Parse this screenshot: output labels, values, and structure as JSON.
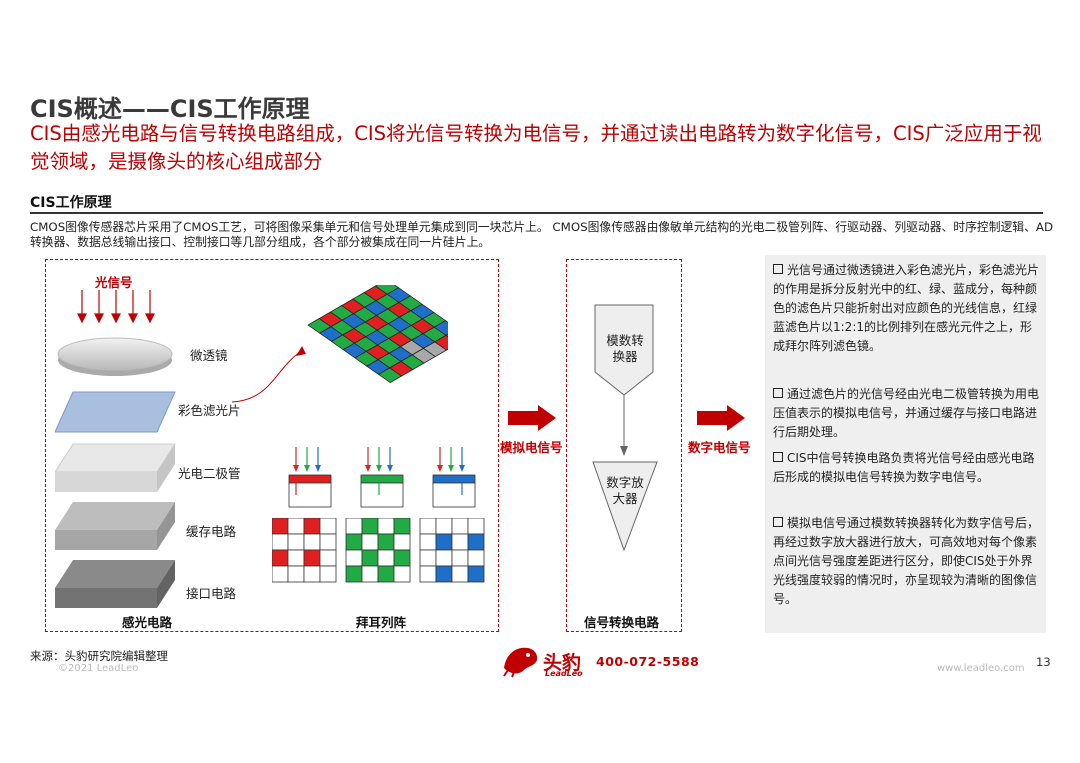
{
  "header": {
    "title": "CIS概述——CIS工作原理",
    "subtitle": "CIS由感光电路与信号转换电路组成，CIS将光信号转换为电信号，并通过读出电路转为数字化信号，CIS广泛应用于视觉领域，是摄像头的核心组成部分"
  },
  "section": {
    "title": "CIS工作原理",
    "description": "CMOS图像传感器芯片采用了CMOS工艺，可将图像采集单元和信号处理单元集成到同一块芯片上。 CMOS图像传感器由像敏单元结构的光电二极管列阵、行驱动器、列驱动器、时序控制逻辑、AD转换器、数据总线输出接口、控制接口等几部分组成，各个部分被集成在同一片硅片上。"
  },
  "diagram": {
    "light_signal": "光信号",
    "layers": [
      "微透镜",
      "彩色滤光片",
      "光电二极管",
      "缓存电路",
      "接口电路"
    ],
    "photosensitive_circuit": "感光电路",
    "bayer_array": "拜耳列阵",
    "analog_signal": "模拟电信号",
    "digital_signal": "数字电信号",
    "adc_box": "模数转换器",
    "amplifier": "数字放大器",
    "signal_conversion_circuit": "信号转换电路"
  },
  "notes": [
    "光信号通过微透镜进入彩色滤光片，彩色滤光片的作用是拆分反射光中的红、绿、蓝成分，每种颜色的滤色片只能折射出对应颜色的光线信息，红绿蓝滤色片以1:2:1的比例排列在感光元件之上，形成拜尔阵列滤色镜。",
    "通过滤色片的光信号经由光电二极管转换为用电压值表示的模拟电信号，并通过缓存与接口电路进行后期处理。",
    "CIS中信号转换电路负责将光信号经由感光电路后形成的模拟电信号转换为数字电信号。",
    "模拟电信号通过模数转换器转化为数字信号后，再经过数字放大器进行放大，可高效地对每个像素点间光信号强度差距进行区分，即使CIS处于外界光线强度较弱的情况时，亦呈现较为清晰的图像信号。"
  ],
  "footer": {
    "source": "来源：头豹研究院编辑整理",
    "copyright": "©2021 LeadLeo",
    "brand_cn": "头豹",
    "brand_en": "LeadLeo",
    "phone": "400-072-5588",
    "url": "www.leadleo.com",
    "page": "13"
  },
  "colors": {
    "accent": "#c00000",
    "red": "#e02020",
    "green": "#22aa44",
    "blue": "#1f6fc8"
  }
}
